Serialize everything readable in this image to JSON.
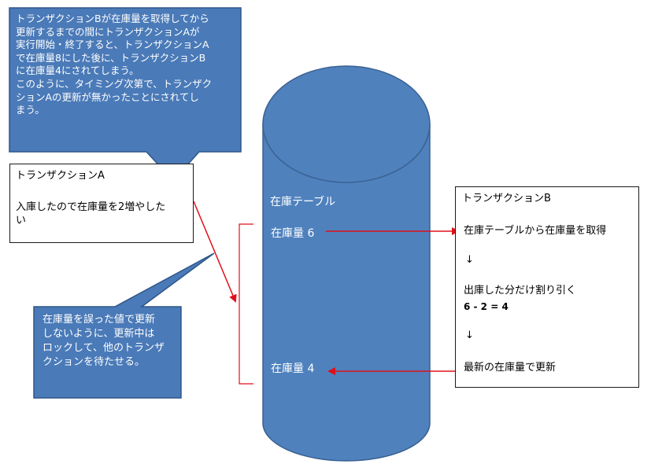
{
  "colors": {
    "callout_fill": "#4a7ab8",
    "callout_stroke": "#2f5687",
    "cylinder_fill": "#4f81bd",
    "cylinder_stroke": "#3a6191",
    "arrow": "#e0101a",
    "bracket": "#e0101a"
  },
  "callout_top": {
    "text": "トランザクションBが在庫量を取得してから\n更新するまでの間にトランザクションAが\n実行開始・終了すると、トランザクションA\nで在庫量8にした後に、トランザクションB\nに在庫量4にされてしまう。\nこのように、タイミング次第で、トランザク\nションAの更新が無かったことにされてし\nまう。"
  },
  "callout_bottom": {
    "text": "在庫量を誤った値で更新\nしないように、更新中は\nロックして、他のトランザ\nクションを待たせる。"
  },
  "transaction_a": {
    "title": "トランザクションA",
    "body": "入庫したので在庫量を2増やした\nい"
  },
  "cylinder": {
    "table_label": "在庫テーブル",
    "stock_read": "在庫量 6",
    "stock_written": "在庫量 4"
  },
  "transaction_b": {
    "title": "トランザクションB",
    "step1": "在庫テーブルから在庫量を取得",
    "down_arrow_1": "↓",
    "step2": "出庫した分だけ割り引く",
    "calc": "6 - 2 = 4",
    "down_arrow_2": "↓",
    "step3": "最新の在庫量で更新"
  }
}
